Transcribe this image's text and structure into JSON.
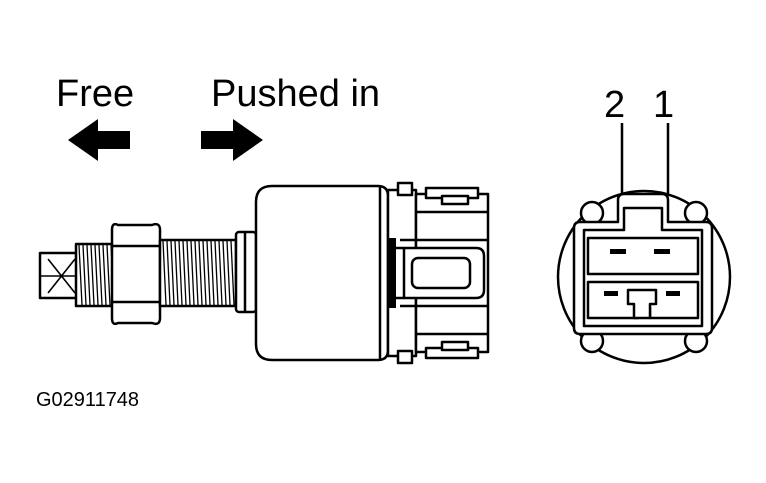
{
  "labels": {
    "free": "Free",
    "pushed_in": "Pushed in",
    "terminal_2": "2",
    "terminal_1": "1",
    "figure_code": "G02911748"
  },
  "icons": {
    "free_arrow": "arrow-left-icon",
    "pushed_arrow": "arrow-right-icon"
  },
  "colors": {
    "ink": "#000000",
    "paper": "#ffffff"
  }
}
